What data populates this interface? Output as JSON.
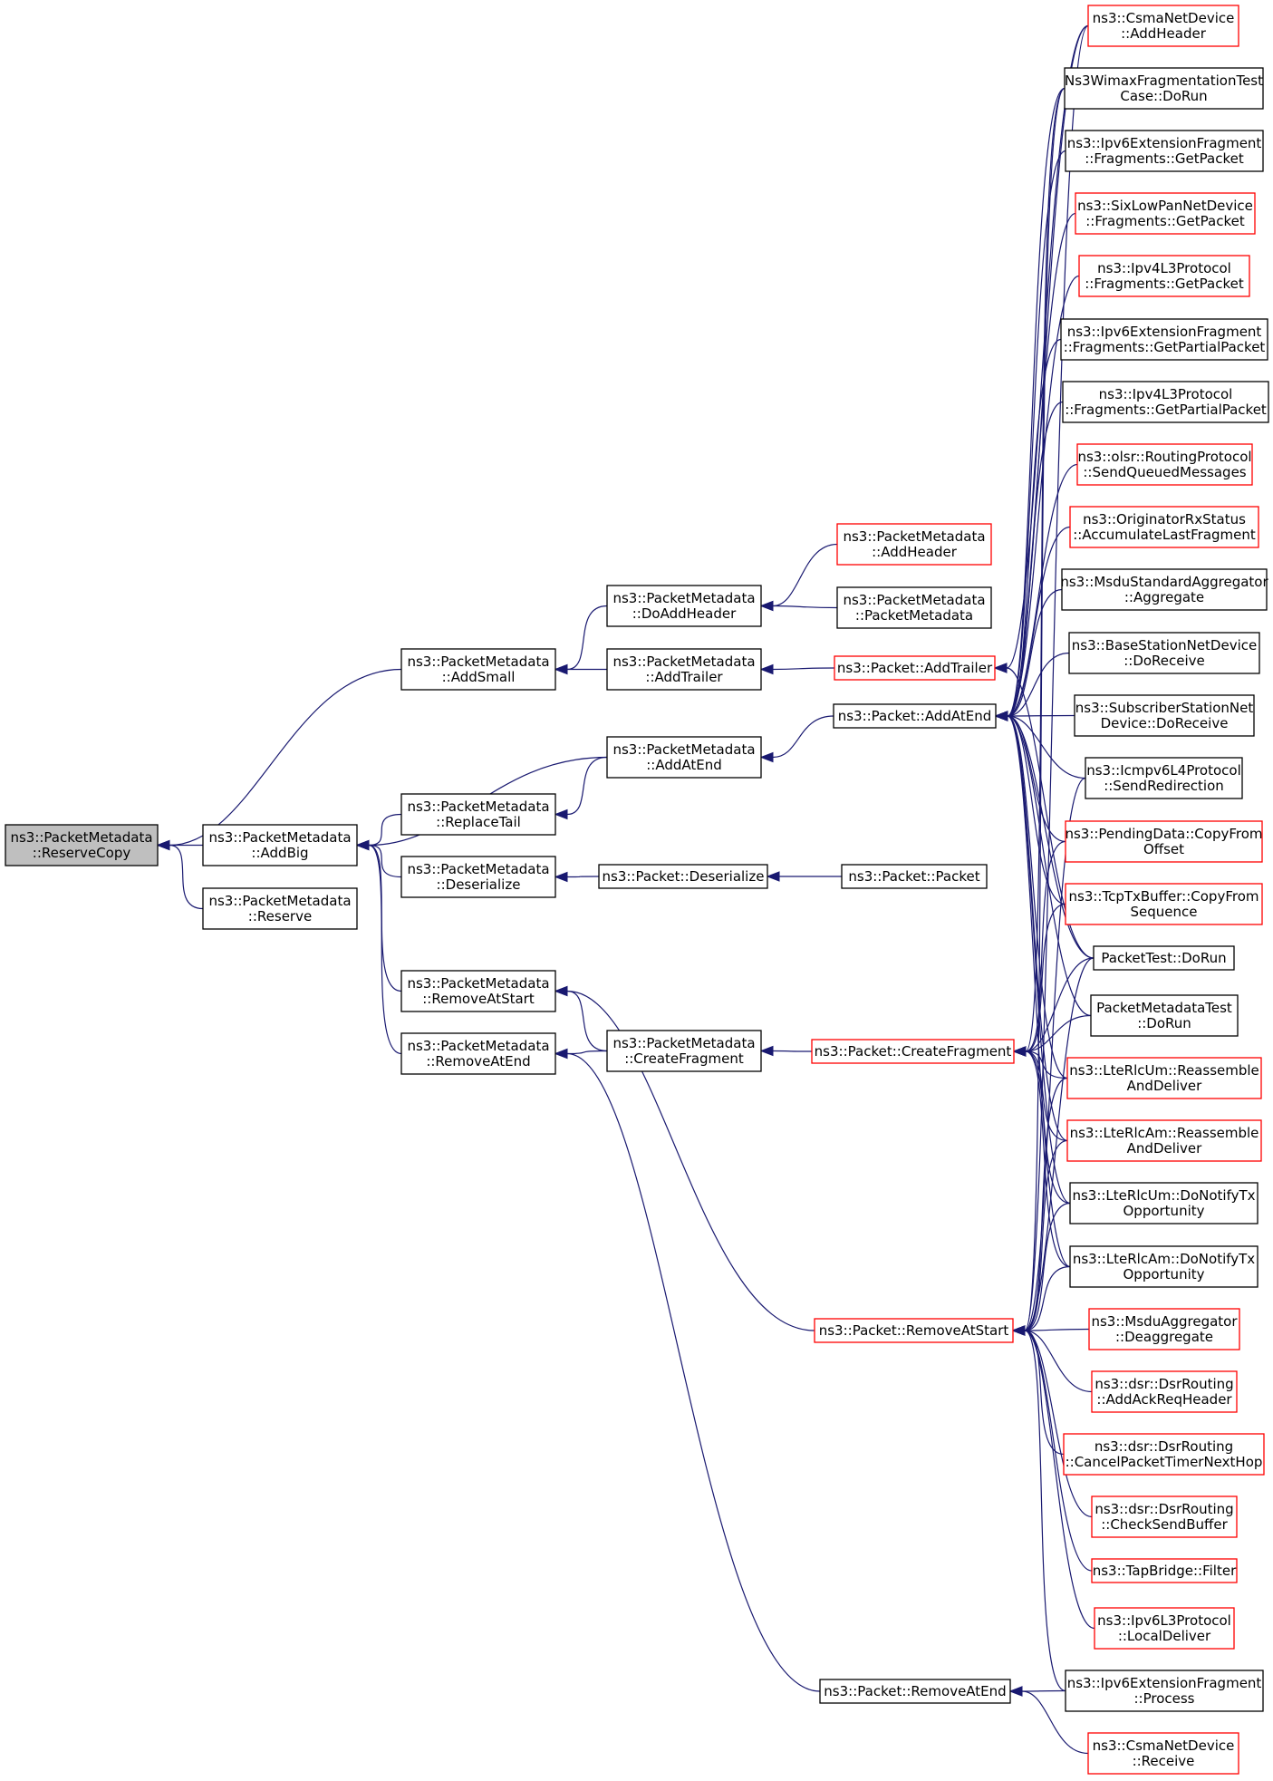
{
  "colors": {
    "edge": "#191970",
    "normal_border": "#000000",
    "truncated_border": "#ff0000",
    "root_fill": "#bfbfbf",
    "node_fill": "#ffffff"
  },
  "nodes": [
    {
      "id": "n0",
      "lines": [
        "ns3::PacketMetadata",
        "::ReserveCopy"
      ],
      "style": "root"
    },
    {
      "id": "n1",
      "lines": [
        "ns3::PacketMetadata",
        "::AddBig"
      ],
      "style": "normal"
    },
    {
      "id": "n2",
      "lines": [
        "ns3::PacketMetadata",
        "::Reserve"
      ],
      "style": "normal"
    },
    {
      "id": "n3",
      "lines": [
        "ns3::PacketMetadata",
        "::AddSmall"
      ],
      "style": "normal"
    },
    {
      "id": "n4",
      "lines": [
        "ns3::PacketMetadata",
        "::ReplaceTail"
      ],
      "style": "normal"
    },
    {
      "id": "n5",
      "lines": [
        "ns3::PacketMetadata",
        "::Deserialize"
      ],
      "style": "normal"
    },
    {
      "id": "n6",
      "lines": [
        "ns3::PacketMetadata",
        "::RemoveAtStart"
      ],
      "style": "normal"
    },
    {
      "id": "n7",
      "lines": [
        "ns3::PacketMetadata",
        "::RemoveAtEnd"
      ],
      "style": "normal"
    },
    {
      "id": "n8",
      "lines": [
        "ns3::PacketMetadata",
        "::DoAddHeader"
      ],
      "style": "normal"
    },
    {
      "id": "n9",
      "lines": [
        "ns3::PacketMetadata",
        "::AddTrailer"
      ],
      "style": "normal"
    },
    {
      "id": "n10",
      "lines": [
        "ns3::PacketMetadata",
        "::AddAtEnd"
      ],
      "style": "normal"
    },
    {
      "id": "n11",
      "lines": [
        "ns3::Packet::Deserialize"
      ],
      "style": "normal"
    },
    {
      "id": "n12",
      "lines": [
        "ns3::PacketMetadata",
        "::CreateFragment"
      ],
      "style": "normal"
    },
    {
      "id": "n13",
      "lines": [
        "ns3::PacketMetadata",
        "::AddHeader"
      ],
      "style": "truncated"
    },
    {
      "id": "n14",
      "lines": [
        "ns3::PacketMetadata",
        "::PacketMetadata"
      ],
      "style": "normal"
    },
    {
      "id": "n15",
      "lines": [
        "ns3::Packet::AddTrailer"
      ],
      "style": "truncated"
    },
    {
      "id": "n16",
      "lines": [
        "ns3::Packet::AddAtEnd"
      ],
      "style": "normal"
    },
    {
      "id": "n17",
      "lines": [
        "ns3::Packet::Packet"
      ],
      "style": "normal"
    },
    {
      "id": "n18",
      "lines": [
        "ns3::Packet::CreateFragment"
      ],
      "style": "truncated"
    },
    {
      "id": "n19",
      "lines": [
        "ns3::Packet::RemoveAtStart"
      ],
      "style": "truncated"
    },
    {
      "id": "n20",
      "lines": [
        "ns3::Packet::RemoveAtEnd"
      ],
      "style": "normal"
    },
    {
      "id": "r0",
      "lines": [
        "ns3::CsmaNetDevice",
        "::AddHeader"
      ],
      "style": "truncated"
    },
    {
      "id": "r1",
      "lines": [
        "Ns3WimaxFragmentationTest",
        "Case::DoRun"
      ],
      "style": "normal"
    },
    {
      "id": "r2",
      "lines": [
        "ns3::Ipv6ExtensionFragment",
        "::Fragments::GetPacket"
      ],
      "style": "normal"
    },
    {
      "id": "r3",
      "lines": [
        "ns3::SixLowPanNetDevice",
        "::Fragments::GetPacket"
      ],
      "style": "truncated"
    },
    {
      "id": "r4",
      "lines": [
        "ns3::Ipv4L3Protocol",
        "::Fragments::GetPacket"
      ],
      "style": "truncated"
    },
    {
      "id": "r5",
      "lines": [
        "ns3::Ipv6ExtensionFragment",
        "::Fragments::GetPartialPacket"
      ],
      "style": "normal"
    },
    {
      "id": "r6",
      "lines": [
        "ns3::Ipv4L3Protocol",
        "::Fragments::GetPartialPacket"
      ],
      "style": "normal"
    },
    {
      "id": "r7",
      "lines": [
        "ns3::olsr::RoutingProtocol",
        "::SendQueuedMessages"
      ],
      "style": "truncated"
    },
    {
      "id": "r8",
      "lines": [
        "ns3::OriginatorRxStatus",
        "::AccumulateLastFragment"
      ],
      "style": "truncated"
    },
    {
      "id": "r9",
      "lines": [
        "ns3::MsduStandardAggregator",
        "::Aggregate"
      ],
      "style": "normal"
    },
    {
      "id": "r10",
      "lines": [
        "ns3::BaseStationNetDevice",
        "::DoReceive"
      ],
      "style": "normal"
    },
    {
      "id": "r11",
      "lines": [
        "ns3::SubscriberStationNet",
        "Device::DoReceive"
      ],
      "style": "normal"
    },
    {
      "id": "r12",
      "lines": [
        "ns3::Icmpv6L4Protocol",
        "::SendRedirection"
      ],
      "style": "normal"
    },
    {
      "id": "r13",
      "lines": [
        "ns3::PendingData::CopyFrom",
        "Offset"
      ],
      "style": "truncated"
    },
    {
      "id": "r14",
      "lines": [
        "ns3::TcpTxBuffer::CopyFrom",
        "Sequence"
      ],
      "style": "truncated"
    },
    {
      "id": "r15",
      "lines": [
        "PacketTest::DoRun"
      ],
      "style": "normal"
    },
    {
      "id": "r16",
      "lines": [
        "PacketMetadataTest",
        "::DoRun"
      ],
      "style": "normal"
    },
    {
      "id": "r17",
      "lines": [
        "ns3::LteRlcUm::Reassemble",
        "AndDeliver"
      ],
      "style": "truncated"
    },
    {
      "id": "r18",
      "lines": [
        "ns3::LteRlcAm::Reassemble",
        "AndDeliver"
      ],
      "style": "truncated"
    },
    {
      "id": "r19",
      "lines": [
        "ns3::LteRlcUm::DoNotifyTx",
        "Opportunity"
      ],
      "style": "normal"
    },
    {
      "id": "r20",
      "lines": [
        "ns3::LteRlcAm::DoNotifyTx",
        "Opportunity"
      ],
      "style": "normal"
    },
    {
      "id": "r21",
      "lines": [
        "ns3::MsduAggregator",
        "::Deaggregate"
      ],
      "style": "truncated"
    },
    {
      "id": "r22",
      "lines": [
        "ns3::dsr::DsrRouting",
        "::AddAckReqHeader"
      ],
      "style": "truncated"
    },
    {
      "id": "r23",
      "lines": [
        "ns3::dsr::DsrRouting",
        "::CancelPacketTimerNextHop"
      ],
      "style": "truncated"
    },
    {
      "id": "r24",
      "lines": [
        "ns3::dsr::DsrRouting",
        "::CheckSendBuffer"
      ],
      "style": "truncated"
    },
    {
      "id": "r25",
      "lines": [
        "ns3::TapBridge::Filter"
      ],
      "style": "truncated"
    },
    {
      "id": "r26",
      "lines": [
        "ns3::Ipv6L3Protocol",
        "::LocalDeliver"
      ],
      "style": "truncated"
    },
    {
      "id": "r27",
      "lines": [
        "ns3::Ipv6ExtensionFragment",
        "::Process"
      ],
      "style": "normal"
    },
    {
      "id": "r28",
      "lines": [
        "ns3::CsmaNetDevice",
        "::Receive"
      ],
      "style": "truncated"
    }
  ],
  "edges": [
    [
      "n1",
      "n0"
    ],
    [
      "n2",
      "n0"
    ],
    [
      "n3",
      "n0"
    ],
    [
      "n4",
      "n1"
    ],
    [
      "n5",
      "n1"
    ],
    [
      "n6",
      "n1"
    ],
    [
      "n7",
      "n1"
    ],
    [
      "n10",
      "n1"
    ],
    [
      "n8",
      "n3"
    ],
    [
      "n9",
      "n3"
    ],
    [
      "n10",
      "n4"
    ],
    [
      "n11",
      "n5"
    ],
    [
      "n12",
      "n6"
    ],
    [
      "n19",
      "n6"
    ],
    [
      "n12",
      "n7"
    ],
    [
      "n20",
      "n7"
    ],
    [
      "n13",
      "n8"
    ],
    [
      "n14",
      "n8"
    ],
    [
      "n15",
      "n9"
    ],
    [
      "n16",
      "n10"
    ],
    [
      "n17",
      "n11"
    ],
    [
      "n18",
      "n12"
    ],
    [
      "r0",
      "n15"
    ],
    [
      "r15",
      "n15"
    ],
    [
      "r0",
      "n16"
    ],
    [
      "r1",
      "n16"
    ],
    [
      "r2",
      "n16"
    ],
    [
      "r3",
      "n16"
    ],
    [
      "r4",
      "n16"
    ],
    [
      "r5",
      "n16"
    ],
    [
      "r6",
      "n16"
    ],
    [
      "r7",
      "n16"
    ],
    [
      "r8",
      "n16"
    ],
    [
      "r9",
      "n16"
    ],
    [
      "r10",
      "n16"
    ],
    [
      "r11",
      "n16"
    ],
    [
      "r12",
      "n16"
    ],
    [
      "r13",
      "n16"
    ],
    [
      "r14",
      "n16"
    ],
    [
      "r15",
      "n16"
    ],
    [
      "r16",
      "n16"
    ],
    [
      "r17",
      "n16"
    ],
    [
      "r18",
      "n16"
    ],
    [
      "r19",
      "n16"
    ],
    [
      "r20",
      "n16"
    ],
    [
      "r1",
      "n18"
    ],
    [
      "r13",
      "n18"
    ],
    [
      "r14",
      "n18"
    ],
    [
      "r15",
      "n18"
    ],
    [
      "r16",
      "n18"
    ],
    [
      "r17",
      "n18"
    ],
    [
      "r18",
      "n18"
    ],
    [
      "r19",
      "n18"
    ],
    [
      "r20",
      "n18"
    ],
    [
      "r0",
      "n19"
    ],
    [
      "r1",
      "n19"
    ],
    [
      "r12",
      "n19"
    ],
    [
      "r15",
      "n19"
    ],
    [
      "r17",
      "n19"
    ],
    [
      "r18",
      "n19"
    ],
    [
      "r19",
      "n19"
    ],
    [
      "r20",
      "n19"
    ],
    [
      "r21",
      "n19"
    ],
    [
      "r22",
      "n19"
    ],
    [
      "r23",
      "n19"
    ],
    [
      "r24",
      "n19"
    ],
    [
      "r25",
      "n19"
    ],
    [
      "r26",
      "n19"
    ],
    [
      "r27",
      "n19"
    ],
    [
      "r27",
      "n20"
    ],
    [
      "r28",
      "n20"
    ]
  ]
}
